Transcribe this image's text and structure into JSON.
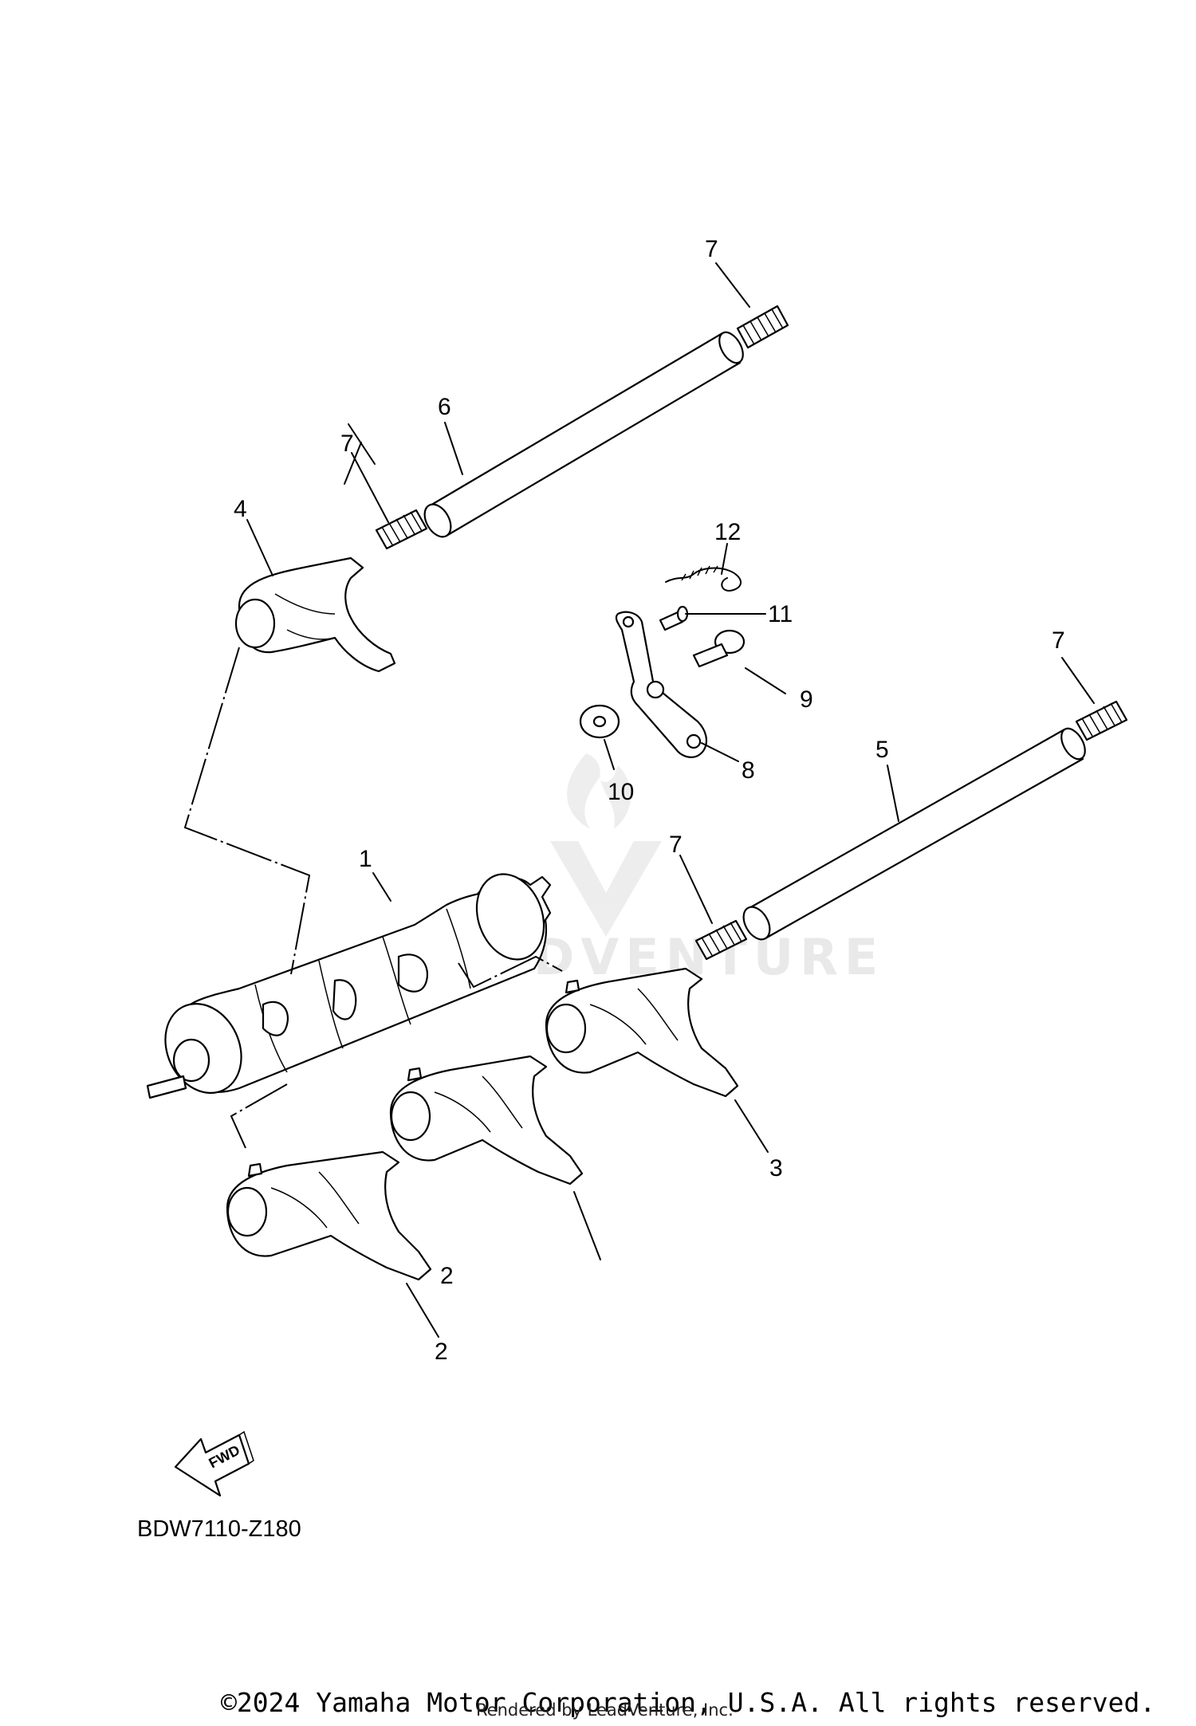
{
  "callouts": {
    "c1": "1",
    "c2a": "2",
    "c2b": "2",
    "c3": "3",
    "c4": "4",
    "c5": "5",
    "c6": "6",
    "c7a": "7",
    "c7b": "7",
    "c7c": "7",
    "c7d": "7",
    "c8": "8",
    "c9": "9",
    "c10": "10",
    "c11": "11",
    "c12": "12"
  },
  "fwd_label": "FWD",
  "diagram_code": "BDW7110-Z180",
  "copyright": "©2024 Yamaha Motor Corporation, U.S.A. All rights reserved.",
  "rendered_by": "Rendered by LeadVenture, Inc.",
  "watermark_text": "LEADVENTURE",
  "icons": {
    "fwd_arrow": "fwd-arrow-icon",
    "watermark": "leadventure-logo-icon"
  }
}
